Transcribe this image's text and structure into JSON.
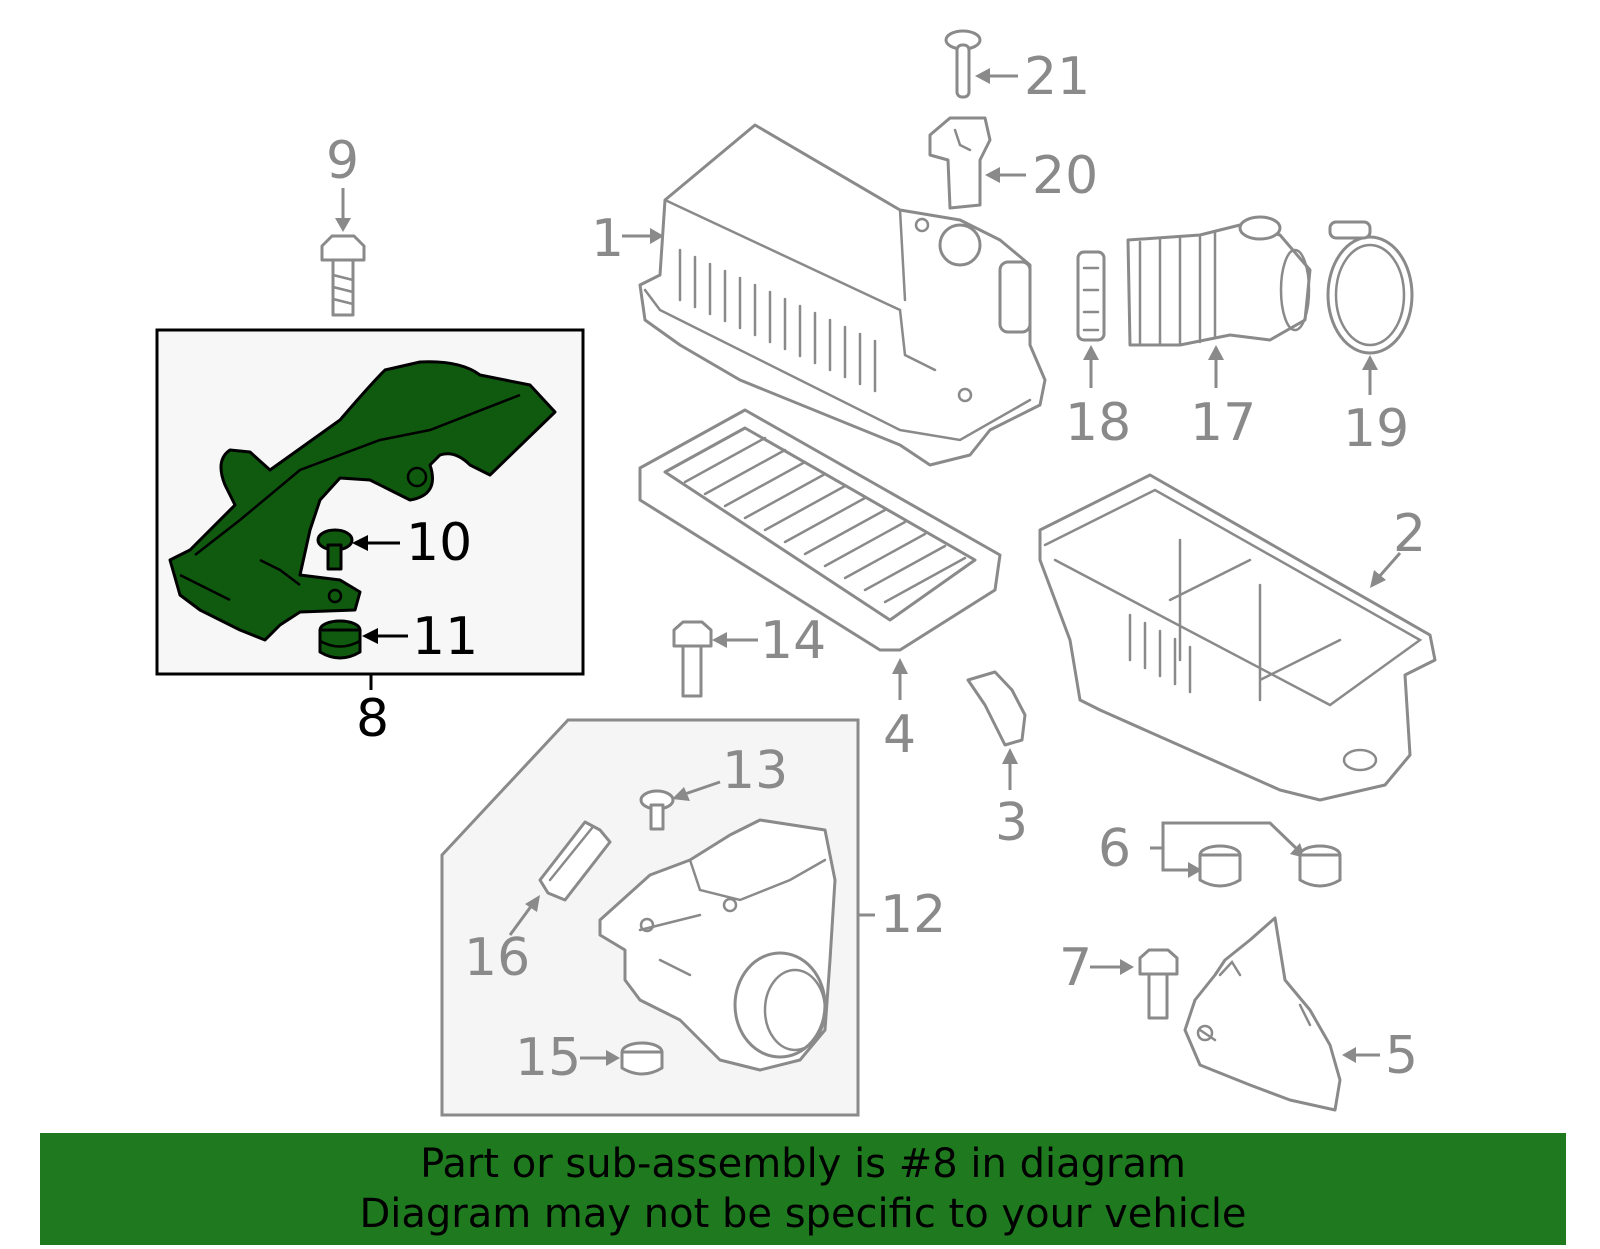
{
  "callouts": {
    "c1": "1",
    "c2": "2",
    "c3": "3",
    "c4": "4",
    "c5": "5",
    "c6": "6",
    "c7": "7",
    "c8": "8",
    "c9": "9",
    "c10": "10",
    "c11": "11",
    "c12": "12",
    "c13": "13",
    "c14": "14",
    "c15": "15",
    "c16": "16",
    "c17": "17",
    "c18": "18",
    "c19": "19",
    "c20": "20",
    "c21": "21"
  },
  "highlighted_part": "8",
  "colors": {
    "highlight_fill": "#0f5a0f",
    "banner": "#1f7a1f",
    "part_outline": "#8a8a8a"
  },
  "banner": {
    "line1": "Part or sub-assembly is #8 in diagram",
    "line2": "Diagram may not be specific to your vehicle"
  }
}
